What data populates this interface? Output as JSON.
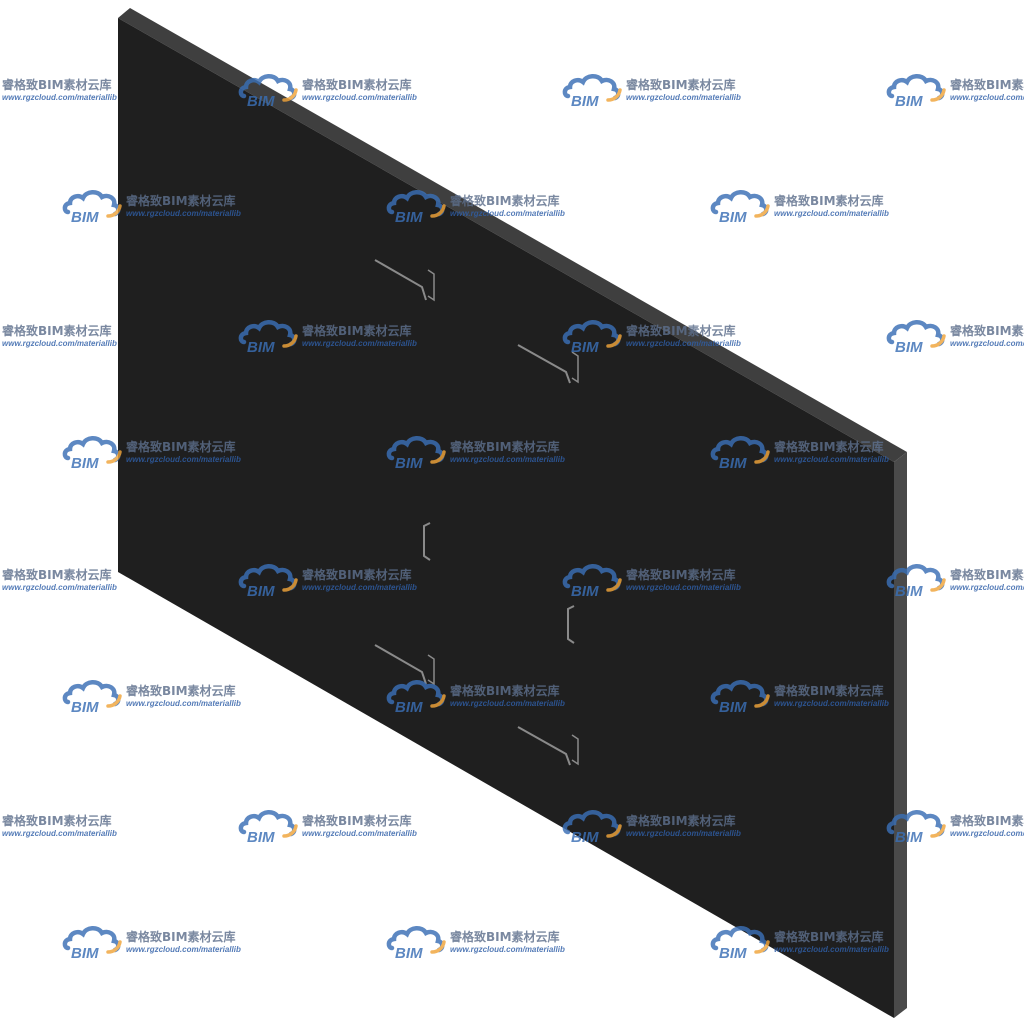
{
  "watermark": {
    "logo_text": "BIM",
    "title": "睿格致BIM素材云库",
    "url": "www.rgzcloud.com/materiallib"
  },
  "colors": {
    "background": "#ffffff",
    "panel_face": "#1f1f1f",
    "panel_top_edge": "#3f3f3f",
    "panel_right_edge": "#4a4a4a",
    "bracket_line": "#8a8a8a",
    "logo_cloud": "#3a6fb5",
    "logo_swoosh": "#f0a43a",
    "watermark_text": "#5d6f8c",
    "watermark_url": "#2f5fa8"
  },
  "object": {
    "name": "dark rectangular wall panel with mounting brackets",
    "bracket_count": 6
  }
}
